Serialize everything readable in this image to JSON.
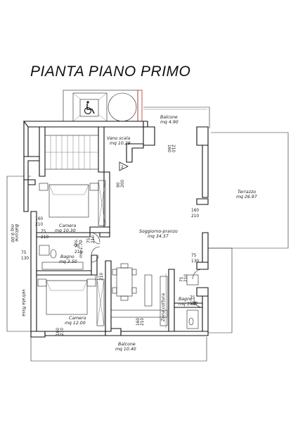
{
  "title": "PIANTA PIANO PRIMO",
  "rooms": {
    "balcone_top": {
      "name": "Balcone",
      "area": "mq 4.90"
    },
    "vano_scala": {
      "name": "Vano scala",
      "area": "mq 10.29"
    },
    "terrazzo": {
      "name": "Terrazzo",
      "area": "mq 26.97"
    },
    "camera1": {
      "name": "Camera",
      "area": "mq 10.30"
    },
    "soggiorno": {
      "name": "Soggiorno-pranzo",
      "area": "mq 34.37"
    },
    "balcone_left": {
      "name": "Balcone",
      "area": "mq 9.00"
    },
    "bagno1": {
      "name": "Bagno",
      "area": "mq 3.50"
    },
    "disimpegno": {
      "name": "Dis.",
      "area": "mq 1.70"
    },
    "camera2": {
      "name": "Camera",
      "area": "mq 12.00"
    },
    "vetrata": {
      "name": "vetrata fissa"
    },
    "zona_cottura": {
      "name": "Zona cottura"
    },
    "bagno2": {
      "name": "Bagno",
      "area": "mq 3.62"
    },
    "balcone_bottom": {
      "name": "Balcone",
      "area": "mq 10.40"
    }
  },
  "dims": {
    "d1": {
      "w": "160",
      "h": "210"
    },
    "d2": {
      "w": "90",
      "h": "200"
    },
    "d3": {
      "w": "160",
      "h": "210"
    },
    "d4": {
      "w": "160",
      "h": "210"
    },
    "d5": {
      "w": "75",
      "h": "210"
    },
    "d6": {
      "w": "75",
      "h": "130"
    },
    "d7": {
      "w": "75",
      "h": "210"
    },
    "d8": {
      "w": "75",
      "h": "130"
    },
    "d9": {
      "w": "75",
      "h": "210"
    },
    "d10": {
      "w": "75",
      "h": "130"
    },
    "d11": {
      "w": "75",
      "h": "210"
    },
    "d12": {
      "w": "160",
      "h": "210"
    },
    "d13": {
      "w": "160",
      "h": "210"
    },
    "d14": {
      "w": "75",
      "h": "210"
    }
  },
  "stair_marker": "2",
  "colors": {
    "wall": "#111111",
    "accent_red": "#b03030"
  },
  "icons": [
    "wheelchair-icon",
    "stair-arrow-icon"
  ]
}
